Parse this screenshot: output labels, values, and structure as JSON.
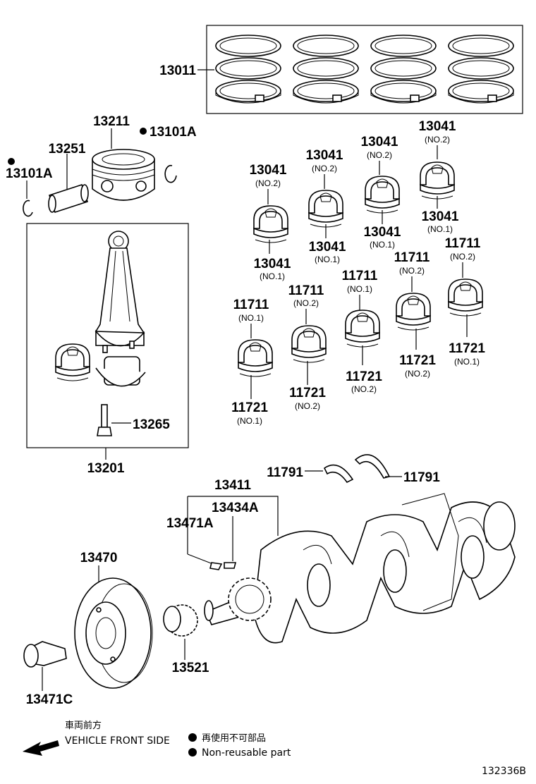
{
  "labels": {
    "piston_ring_set": "13011",
    "piston": "13211",
    "snap_ring_right": "13101A",
    "pin": "13251",
    "snap_ring_left": "13101A",
    "conn_rod_assy": "13201",
    "conn_rod_bolt": "13265",
    "bearing_a_part": "13041",
    "bearing_a_tag": "(NO.2)",
    "bearing_a_low_part": "13041",
    "bearing_a_low_tag": "(NO.1)",
    "bearing_b_part": "13041",
    "bearing_b_tag": "(NO.2)",
    "bearing_b_low_part": "13041",
    "bearing_b_low_tag": "(NO.1)",
    "bearing_c_part": "13041",
    "bearing_c_tag": "(NO.2)",
    "bearing_c_low_part": "13041",
    "bearing_c_low_tag": "(NO.1)",
    "bearing_d_part": "13041",
    "bearing_d_tag": "(NO.2)",
    "bearing_d_low_part": "13041",
    "bearing_d_low_tag": "(NO.1)",
    "main_a_part": "11711",
    "main_a_tag": "(NO.1)",
    "main_a_low_part": "11721",
    "main_a_low_tag": "(NO.1)",
    "main_b_part": "11711",
    "main_b_tag": "(NO.2)",
    "main_b_low_part": "11721",
    "main_b_low_tag": "(NO.2)",
    "main_c_part": "11711",
    "main_c_tag": "(NO.1)",
    "main_c_low_part": "11721",
    "main_c_low_tag": "(NO.2)",
    "main_d_part": "11711",
    "main_d_tag": "(NO.2)",
    "main_d_low_part": "11721",
    "main_d_low_tag": "(NO.2)",
    "main_e_part": "11711",
    "main_e_tag": "(NO.2)",
    "main_e_low_part": "11721",
    "main_e_low_tag": "(NO.1)",
    "thrust_washer_left": "11791",
    "thrust_washer_right": "11791",
    "crankshaft": "13411",
    "key_a": "13434A",
    "key_b": "13471A",
    "pulley": "13470",
    "pulley_bolt": "13471C",
    "timing_gear": "13521"
  },
  "legend": {
    "front_jp": "車両前方",
    "front_en": "VEHICLE FRONT SIDE",
    "nonreuse_jp": "再使用不可部品",
    "nonreuse_en": "Non-reusable part"
  },
  "diagram_id": "132336B"
}
